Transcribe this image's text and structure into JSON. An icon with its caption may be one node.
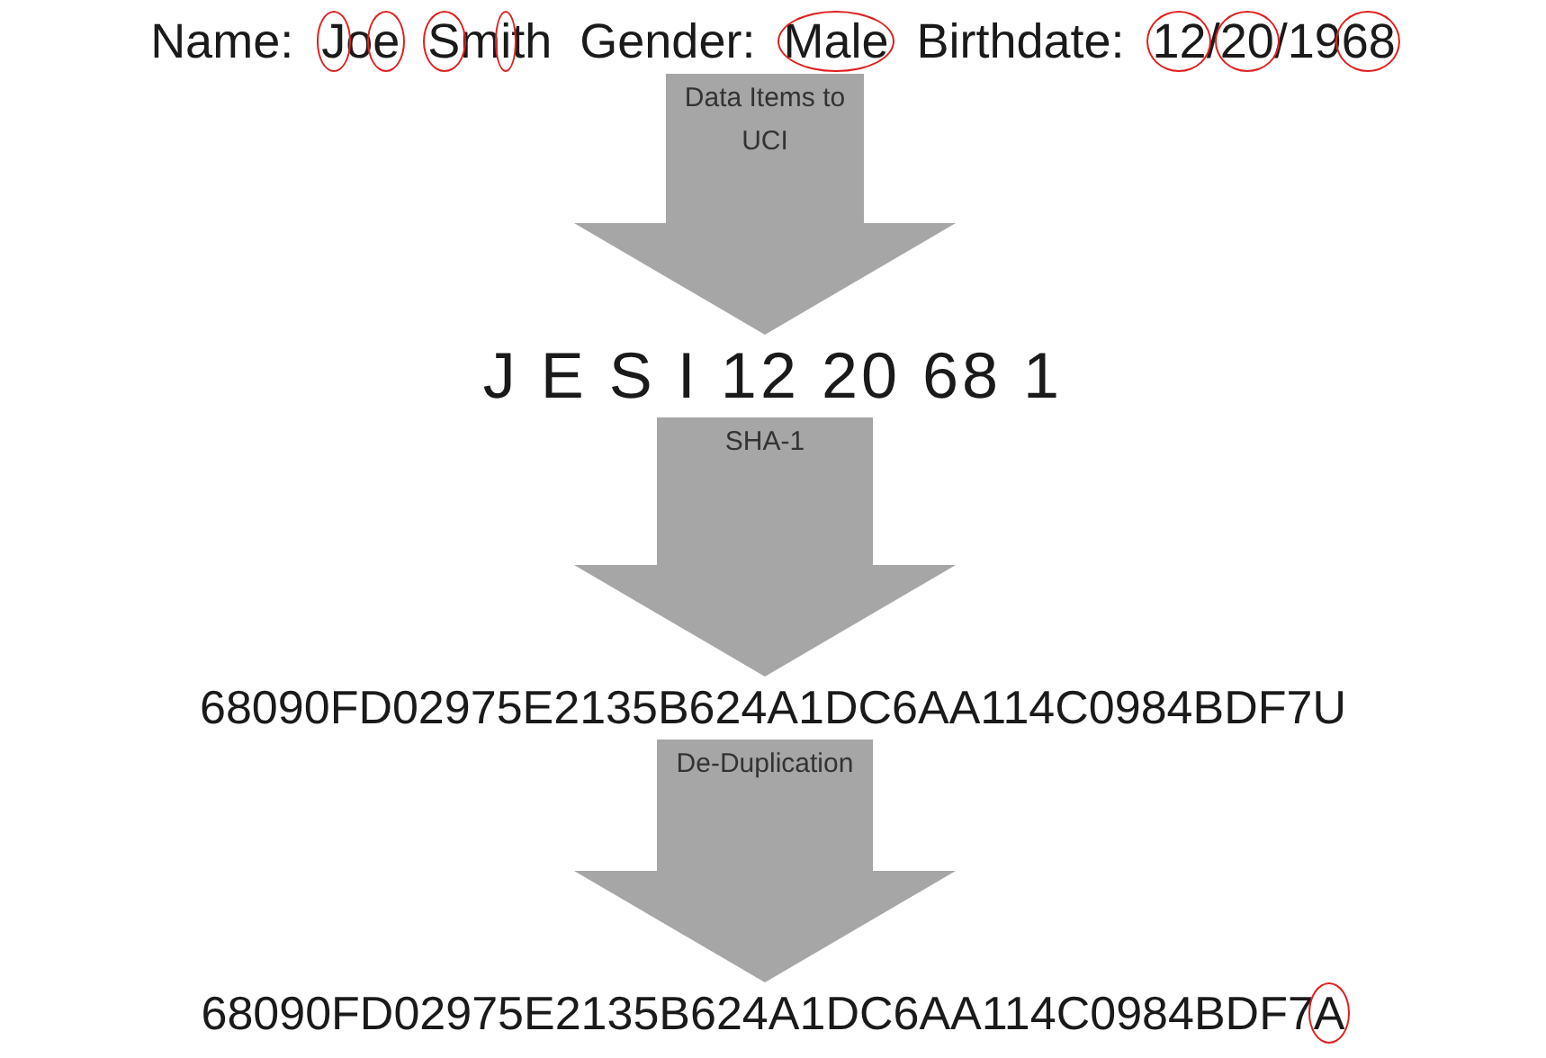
{
  "diagram": {
    "nodes": [
      {
        "text": [
          "Name: Joe Smith Gender: Male Birthdate: 12/20/1968"
        ]
      },
      {
        "text": [
          "J E S I 12 20 68 1"
        ]
      },
      {
        "text": [
          "68090FD02975E2135B624A1DC6AA114C0984BDF7U"
        ]
      },
      {
        "text": [
          "68090FD02975E2135B624A1DC6AA114C0984BDF7A"
        ]
      }
    ],
    "edges": [
      {
        "from": 0,
        "to": 1,
        "arrow": "to",
        "label": "Data Items to UCI"
      },
      {
        "from": 1,
        "to": 2,
        "arrow": "to",
        "label": "SHA-1"
      },
      {
        "from": 2,
        "to": 3,
        "arrow": "to",
        "label": "De-Duplication"
      }
    ]
  }
}
